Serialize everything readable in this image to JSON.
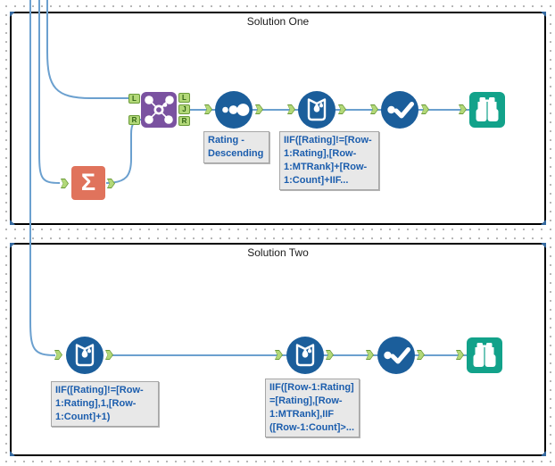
{
  "containers": [
    {
      "title": "Solution One",
      "tools": [
        {
          "icon": "join-icon",
          "inputs": [
            "L",
            "R"
          ],
          "outputs": [
            "L",
            "J",
            "R"
          ]
        },
        {
          "icon": "summarize-sigma-icon"
        },
        {
          "icon": "sort-icon",
          "annotation": "Rating -\nDescending"
        },
        {
          "icon": "multi-row-formula-icon",
          "annotation": "IIF([Rating]!=[Row-\n1:Rating],[Row-\n1:MTRank]+[Row-\n1:Count]+IIF..."
        },
        {
          "icon": "select-icon"
        },
        {
          "icon": "browse-icon"
        }
      ]
    },
    {
      "title": "Solution Two",
      "tools": [
        {
          "icon": "multi-row-formula-icon",
          "annotation": "IIF([Rating]!=[Row-\n1:Rating],1,[Row-\n1:Count]+1)"
        },
        {
          "icon": "multi-row-formula-icon",
          "annotation": "IIF([Row-1:Rating]\n=[Rating],[Row-\n1:MTRank],IIF\n([Row-1:Count]>..."
        },
        {
          "icon": "select-icon"
        },
        {
          "icon": "browse-icon"
        }
      ]
    }
  ],
  "icons": {
    "summarize_sigma": "Σ"
  },
  "colors": {
    "wire": "#6ba0cf",
    "tool_blue": "#1b5e9b",
    "join_purple": "#7a52a0",
    "summarize_orange": "#e0735c",
    "browse_teal": "#12a28a",
    "anchor_green": "#b2d878",
    "annotation_text": "#1b5dad",
    "container_border": "#000000"
  }
}
